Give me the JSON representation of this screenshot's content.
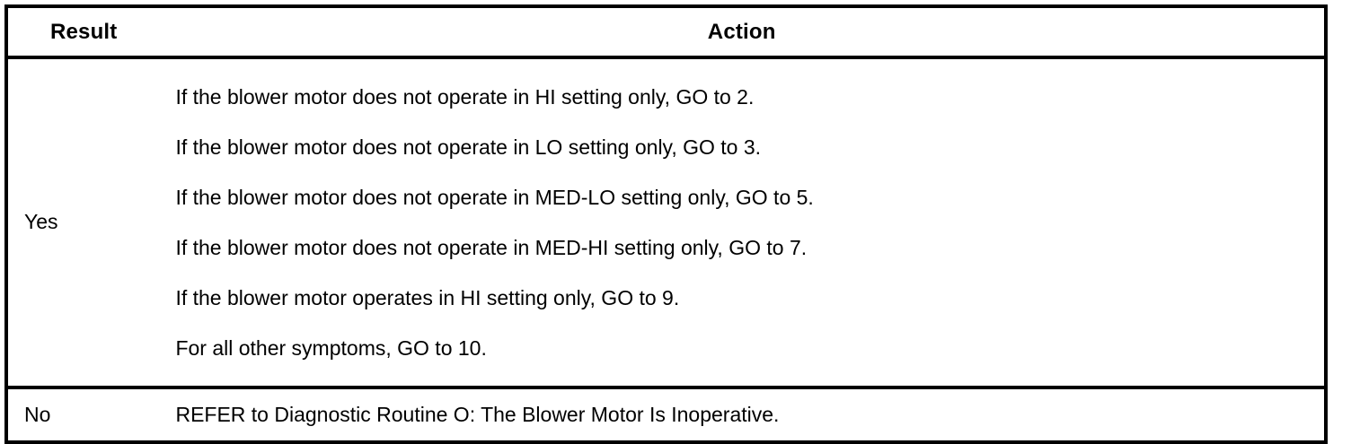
{
  "table": {
    "columns": [
      {
        "key": "result",
        "header": "Result",
        "align": "center"
      },
      {
        "key": "action",
        "header": "Action",
        "align": "center"
      }
    ],
    "rows": [
      {
        "result": "Yes",
        "actions": [
          "If the blower motor does not operate in HI setting only, GO to 2.",
          "If the blower motor does not operate in LO setting only, GO to 3.",
          "If the blower motor does not operate in MED-LO setting only, GO to 5.",
          "If the blower motor does not operate in MED-HI setting only, GO to 7.",
          "If the blower motor operates in HI setting only, GO to 9.",
          "For all other symptoms, GO to 10."
        ]
      },
      {
        "result": "No",
        "actions": [
          "REFER to Diagnostic Routine O: The Blower Motor Is Inoperative."
        ]
      }
    ]
  },
  "colors": {
    "border": "#000000",
    "text": "#000000",
    "background": "#ffffff"
  }
}
